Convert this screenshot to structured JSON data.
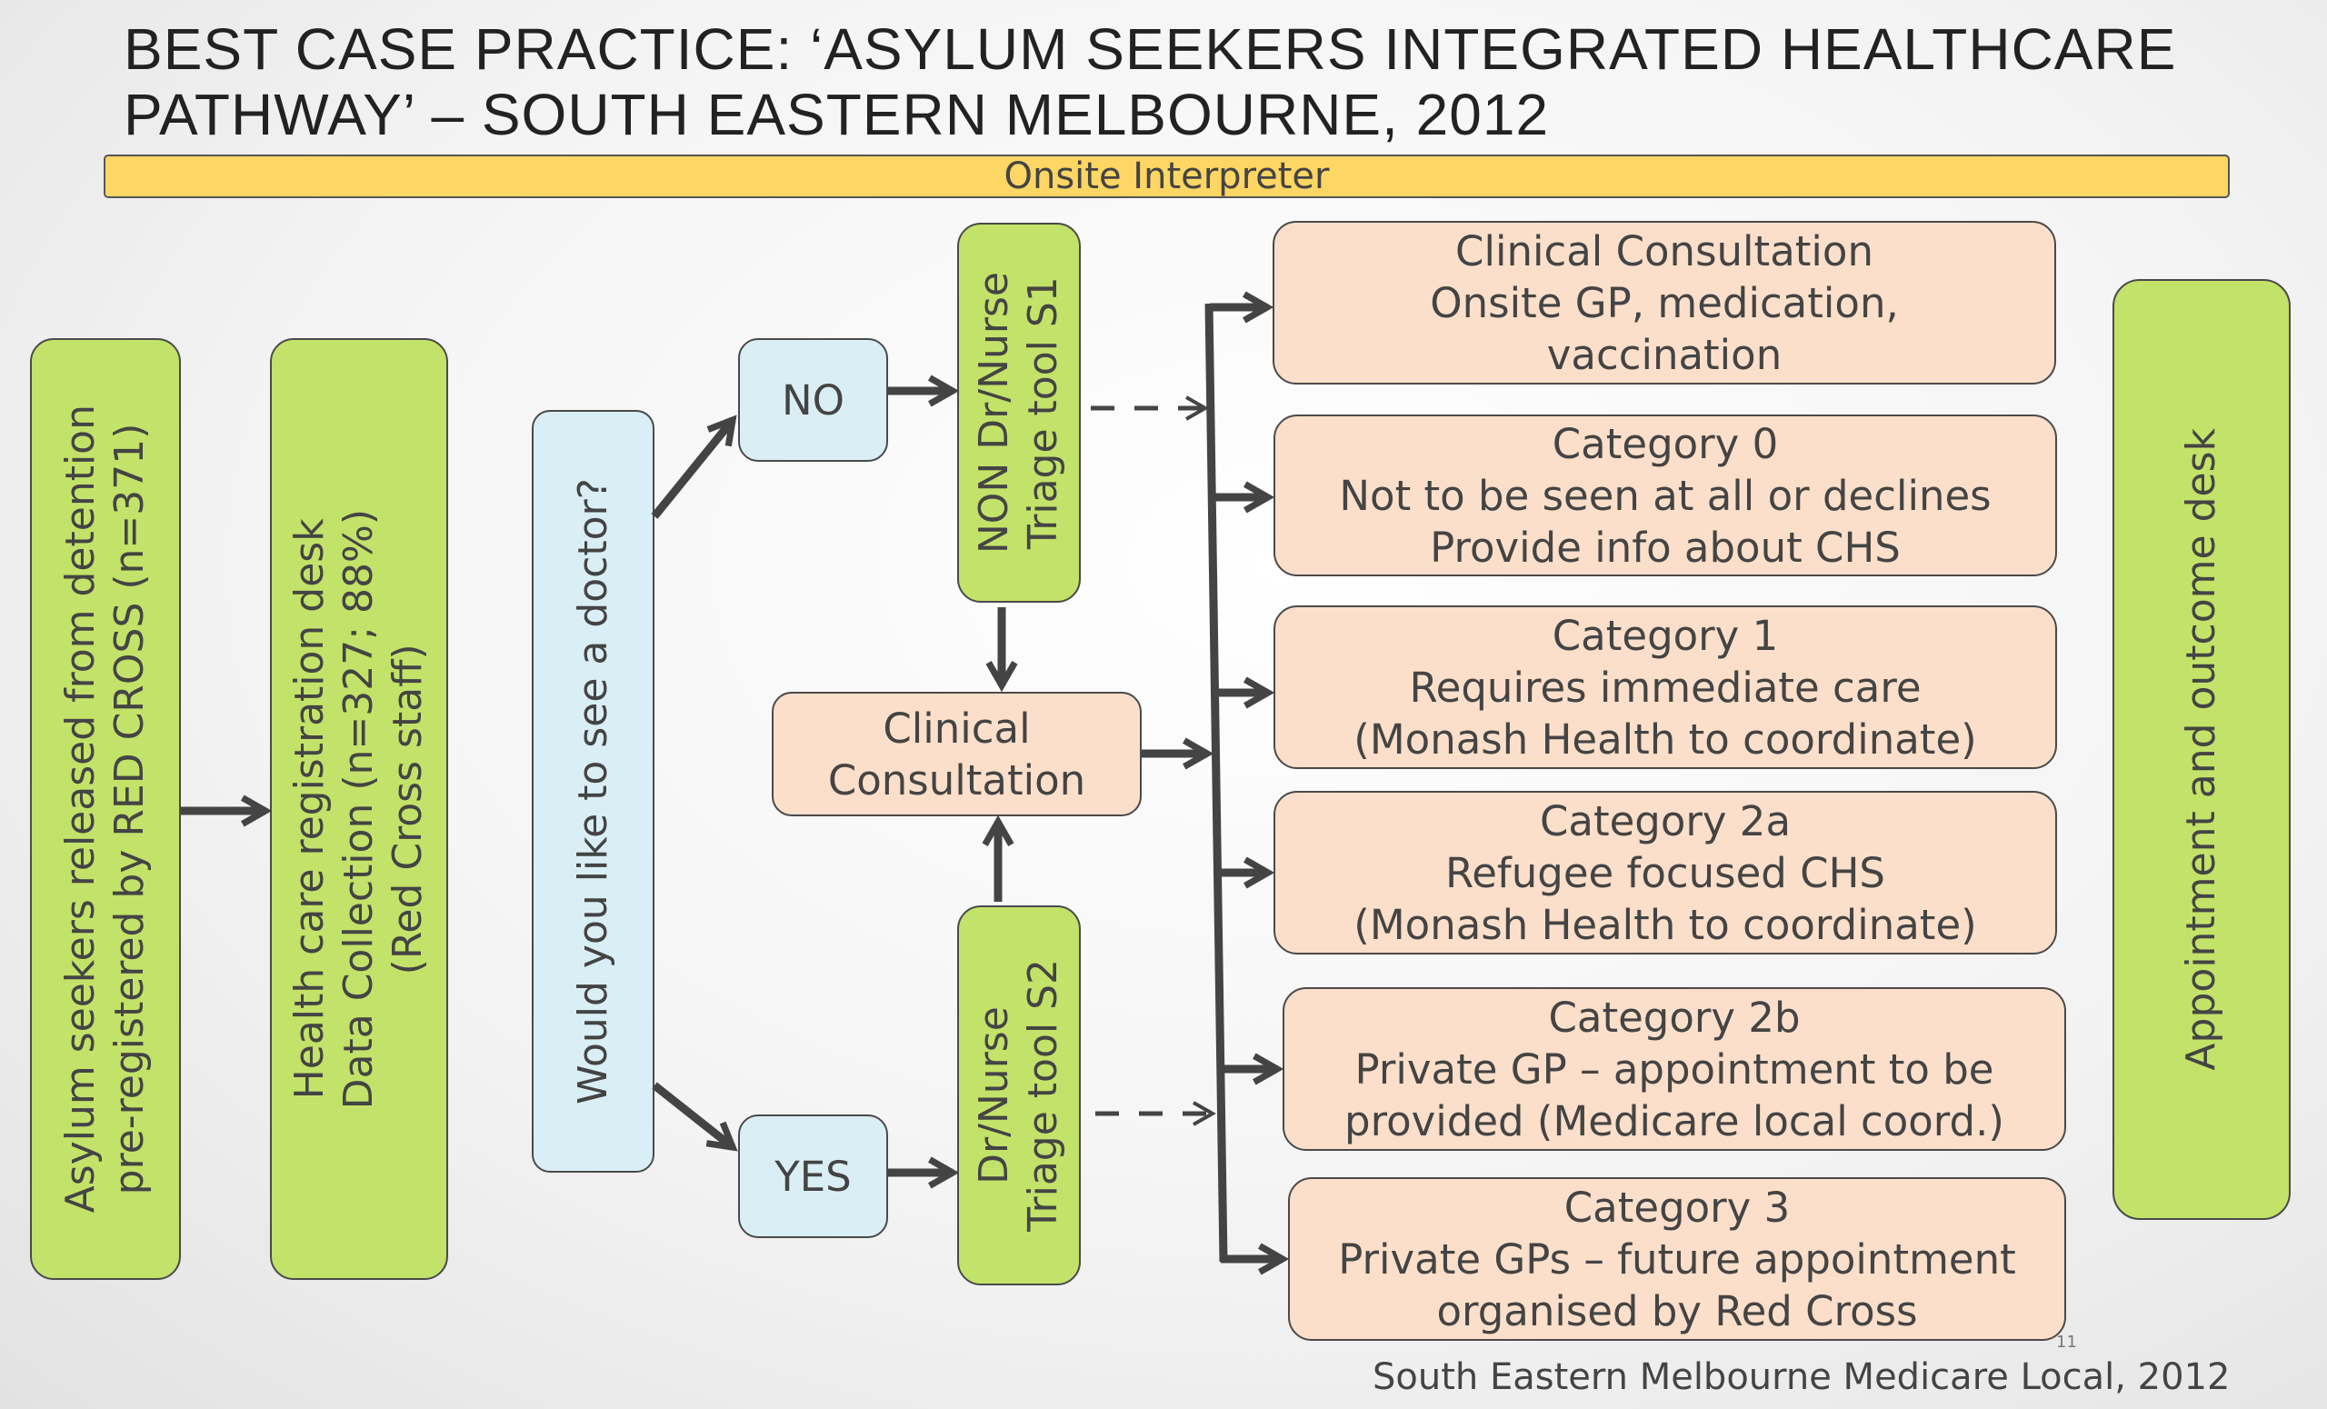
{
  "title": {
    "line1": "BEST CASE PRACTICE: ‘ASYLUM SEEKERS INTEGRATED HEALTHCARE",
    "line2": "PATHWAY’ – SOUTH EASTERN MELBOURNE, 2012"
  },
  "interpreter_bar": "Onsite Interpreter",
  "nodes": {
    "asylum_seekers": [
      "Asylum seekers released from detention",
      "pre-registered by RED CROSS (n=371)"
    ],
    "registration": [
      "Health care registration desk",
      "Data Collection (n=327; 88%)",
      "(Red Cross staff)"
    ],
    "question": "Would you like to see a doctor?",
    "no": "NO",
    "yes": "YES",
    "triage_s1": [
      "NON Dr/Nurse",
      "Triage tool S1"
    ],
    "triage_s2": [
      "Dr/Nurse",
      "Triage tool S2"
    ],
    "clinical_consultation": [
      "Clinical",
      "Consultation"
    ],
    "appointment_desk": "Appointment and outcome desk"
  },
  "outcomes": [
    {
      "lines": [
        "Clinical Consultation",
        "Onsite GP, medication,",
        "vaccination"
      ]
    },
    {
      "lines": [
        "Category 0",
        "Not to be seen at all or declines",
        "Provide info about CHS"
      ]
    },
    {
      "lines": [
        "Category 1",
        "Requires immediate care",
        "(Monash Health to coordinate)"
      ]
    },
    {
      "lines": [
        "Category 2a",
        "Refugee focused CHS",
        "(Monash Health to coordinate)"
      ]
    },
    {
      "lines": [
        "Category 2b",
        "Private GP – appointment to be",
        "provided (Medicare local coord.)"
      ]
    },
    {
      "lines": [
        "Category 3",
        "Private GPs – future appointment",
        "organised by Red Cross"
      ]
    }
  ],
  "footer": "South Eastern Melbourne Medicare Local, 2012",
  "page_number": "11",
  "colors": {
    "green": "#c3e269",
    "blue": "#daeff5",
    "peach": "#fbdfca",
    "yellow": "#fdd663",
    "arrow": "#444444"
  }
}
